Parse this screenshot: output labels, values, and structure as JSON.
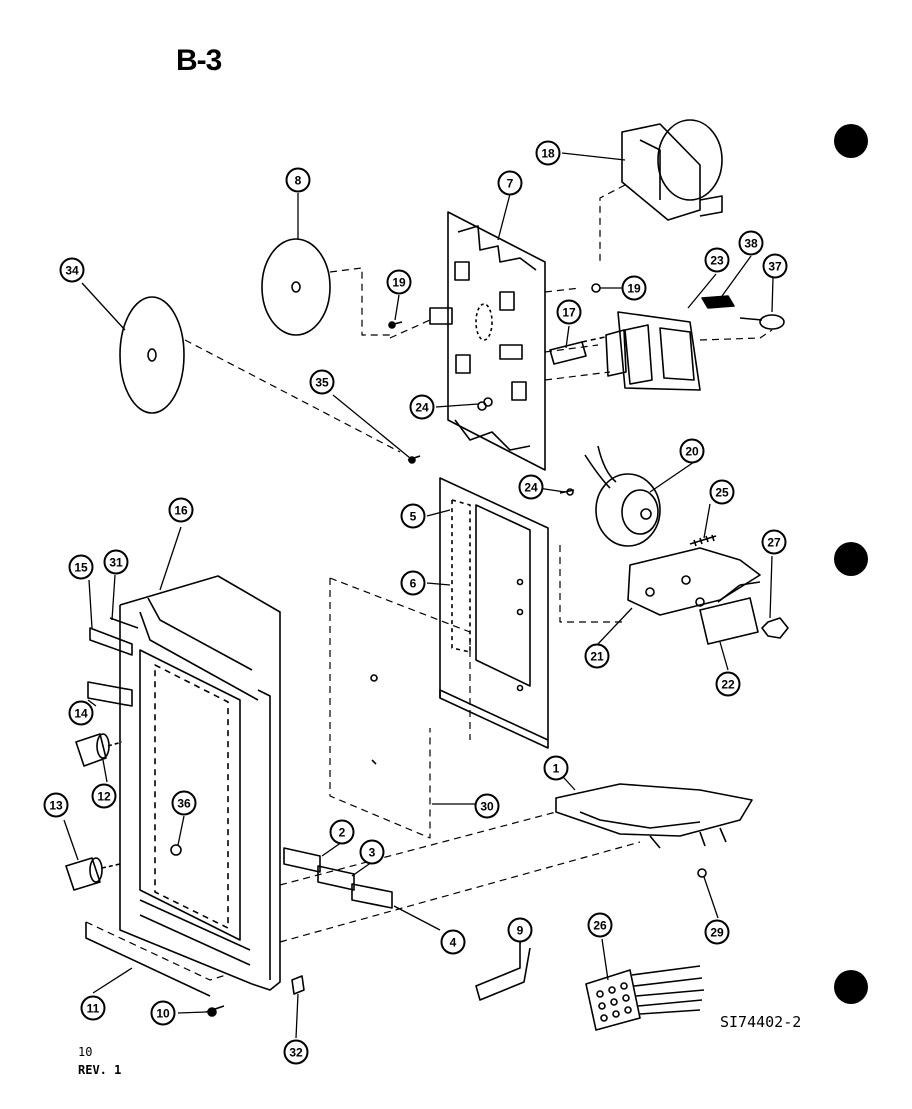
{
  "diagram": {
    "title": "B-3",
    "drawing_code": "SI74402-2",
    "page_ref": "10",
    "revision": "REV. 1",
    "callouts": [
      "1",
      "2",
      "3",
      "4",
      "5",
      "6",
      "7",
      "8",
      "9",
      "10",
      "11",
      "12",
      "13",
      "14",
      "15",
      "16",
      "17",
      "18",
      "19",
      "19",
      "20",
      "21",
      "22",
      "23",
      "24",
      "24",
      "25",
      "26",
      "27",
      "29",
      "30",
      "31",
      "32",
      "34",
      "35",
      "36",
      "37",
      "38"
    ]
  },
  "colors": {
    "ink": "#000000",
    "paper": "#ffffff"
  }
}
